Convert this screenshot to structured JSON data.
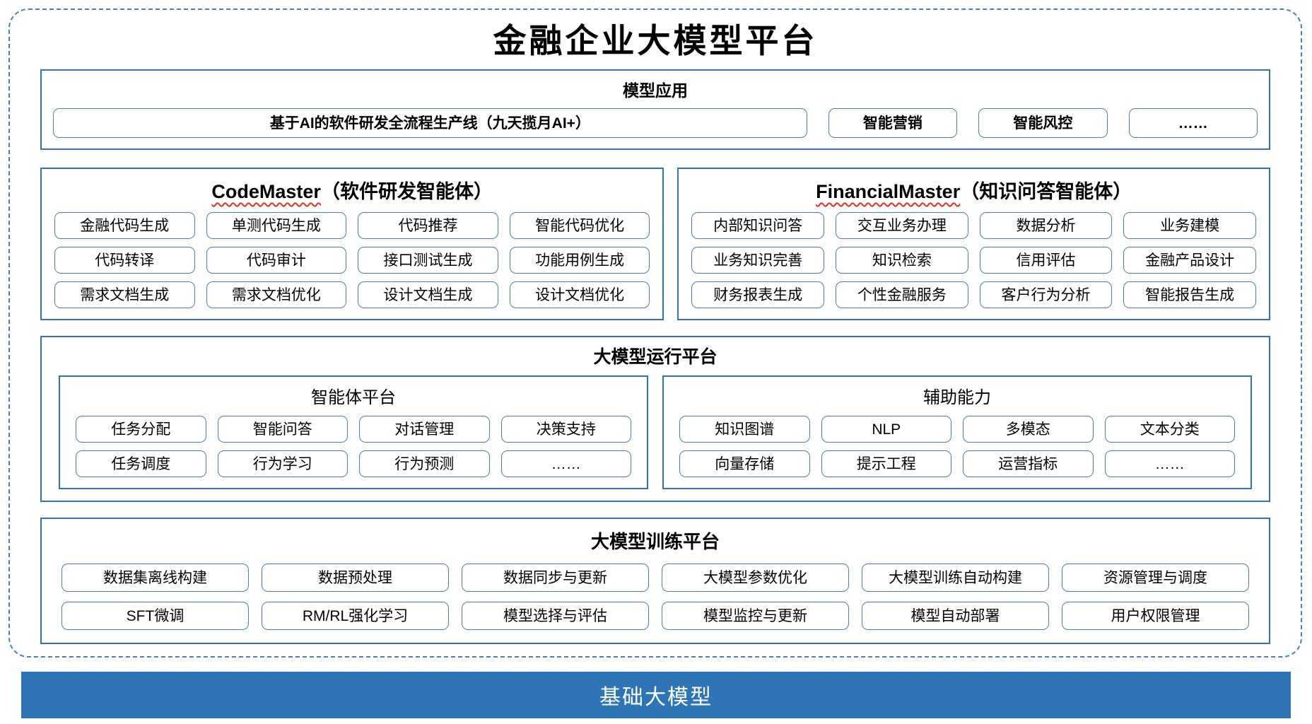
{
  "title": "金融企业大模型平台",
  "colors": {
    "outer_dashed_border": "#4A7EBB",
    "section_border": "#2E75B6",
    "item_border": "#4A7EBB",
    "foundation_bar_bg": "#2E75B6",
    "foundation_bar_text": "#FFFFFF",
    "spellcheck_squiggle": "#E0301E"
  },
  "sections": {
    "model_app": {
      "header": "模型应用",
      "wide_item": "基于AI的软件研发全流程生产线（九天揽月AI+）",
      "items": [
        "智能营销",
        "智能风控",
        "……"
      ]
    },
    "code_master": {
      "title_en": "CodeMaster",
      "title_zh": "（软件研发智能体）",
      "items": [
        "金融代码生成",
        "单测代码生成",
        "代码推荐",
        "智能代码优化",
        "代码转译",
        "代码审计",
        "接口测试生成",
        "功能用例生成",
        "需求文档生成",
        "需求文档优化",
        "设计文档生成",
        "设计文档优化"
      ]
    },
    "financial_master": {
      "title_en": "FinancialMaster",
      "title_zh": "（知识问答智能体）",
      "items": [
        "内部知识问答",
        "交互业务办理",
        "数据分析",
        "业务建模",
        "业务知识完善",
        "知识检索",
        "信用评估",
        "金融产品设计",
        "财务报表生成",
        "个性金融服务",
        "客户行为分析",
        "智能报告生成"
      ]
    },
    "runtime_platform": {
      "header": "大模型运行平台",
      "agent_platform": {
        "header": "智能体平台",
        "items": [
          "任务分配",
          "智能问答",
          "对话管理",
          "决策支持",
          "任务调度",
          "行为学习",
          "行为预测",
          "……"
        ]
      },
      "auxiliary": {
        "header": "辅助能力",
        "items": [
          "知识图谱",
          "NLP",
          "多模态",
          "文本分类",
          "向量存储",
          "提示工程",
          "运营指标",
          "……"
        ]
      }
    },
    "training_platform": {
      "header": "大模型训练平台",
      "items": [
        "数据集离线构建",
        "数据预处理",
        "数据同步与更新",
        "大模型参数优化",
        "大模型训练自动构建",
        "资源管理与调度",
        "SFT微调",
        "RM/RL强化学习",
        "模型选择与评估",
        "模型监控与更新",
        "模型自动部署",
        "用户权限管理"
      ]
    },
    "foundation": {
      "label": "基础大模型"
    }
  }
}
